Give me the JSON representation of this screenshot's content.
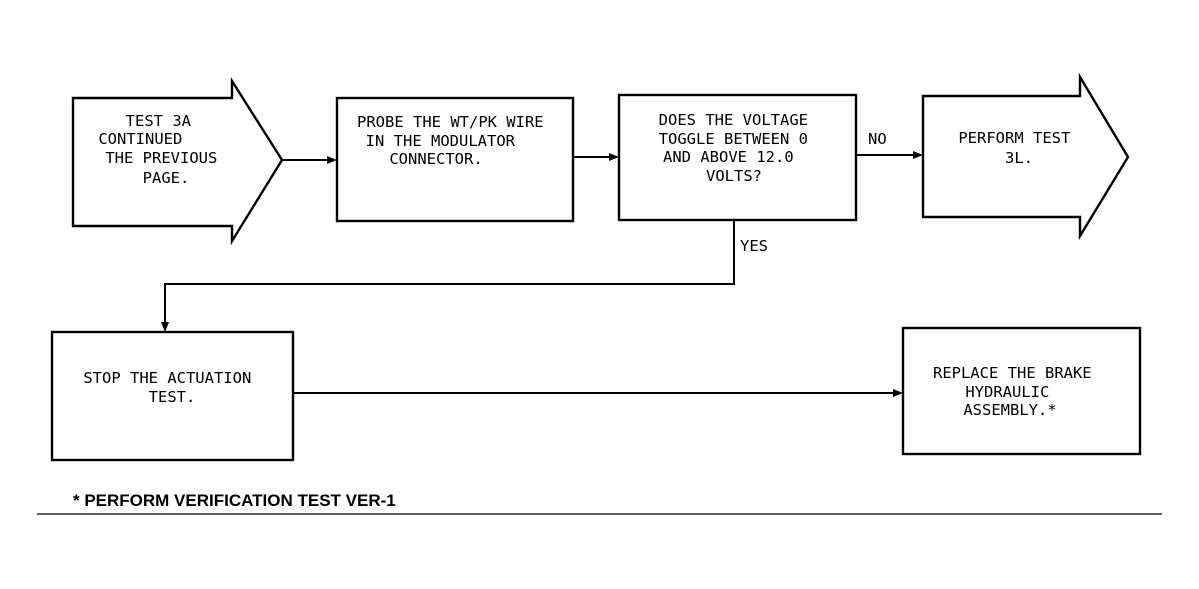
{
  "nodes": {
    "start": {
      "lines": [
        "TEST 3A",
        "CONTINUED",
        "THE PREVIOUS",
        "PAGE."
      ]
    },
    "probe": {
      "lines": [
        "PROBE THE WT/PK WIRE",
        "IN THE MODULATOR",
        "CONNECTOR."
      ]
    },
    "question": {
      "lines": [
        "DOES THE VOLTAGE",
        "TOGGLE BETWEEN 0",
        "AND ABOVE 12.0",
        "VOLTS?"
      ]
    },
    "perform_test": {
      "lines": [
        "PERFORM TEST",
        "3L."
      ]
    },
    "stop": {
      "lines": [
        "STOP THE ACTUATION",
        "TEST."
      ]
    },
    "replace": {
      "lines": [
        "REPLACE THE BRAKE",
        "HYDRAULIC",
        "ASSEMBLY.*"
      ]
    }
  },
  "edge_labels": {
    "no": "NO",
    "yes": "YES"
  },
  "footnote": "* PERFORM VERIFICATION TEST VER-1"
}
